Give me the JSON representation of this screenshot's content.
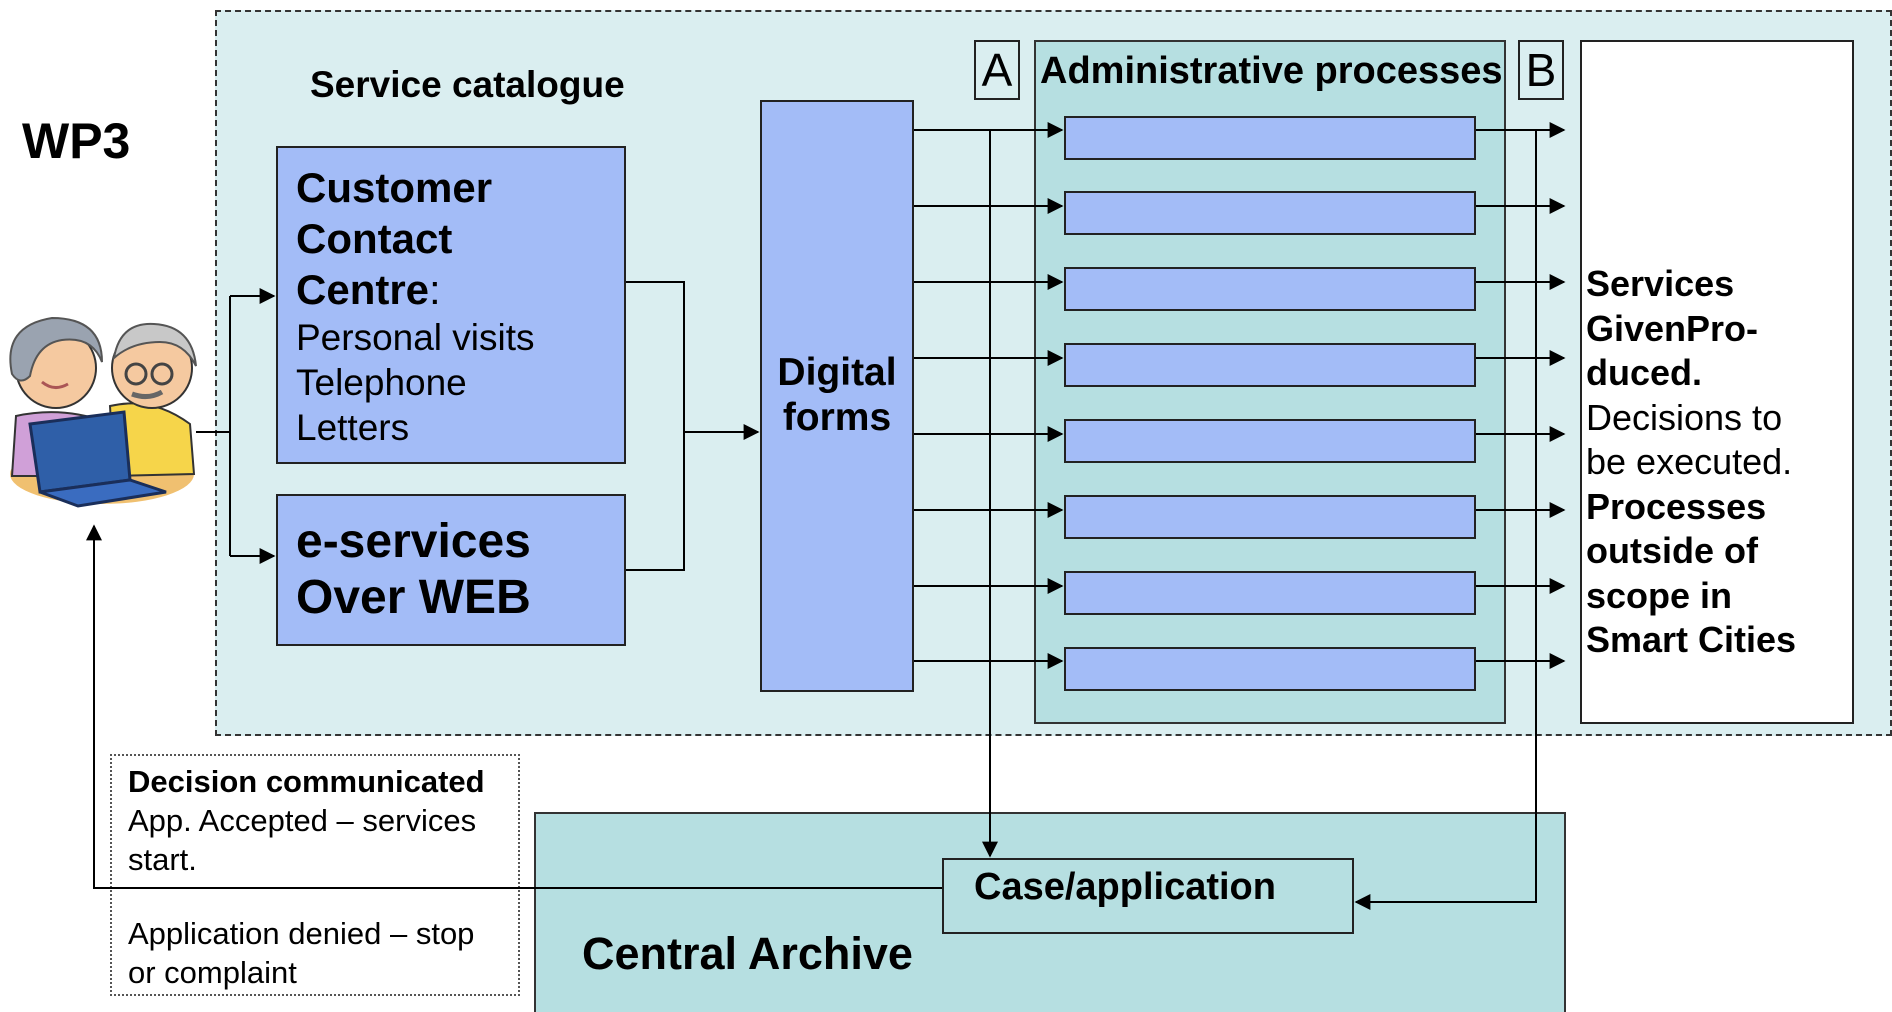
{
  "wp_label": "WP3",
  "service_catalogue": "Service catalogue",
  "contact_centre": {
    "title_line1": "Customer",
    "title_line2": "Contact",
    "title_line3": "Centre",
    "colon": ":",
    "items": [
      "Personal visits",
      "Telephone",
      "Letters"
    ]
  },
  "eservices": {
    "line1": "e-services",
    "line2": "Over WEB"
  },
  "digital_forms": {
    "line1": "Digital",
    "line2": "forms"
  },
  "admin": {
    "title": "Administrative processes",
    "marker_a": "A",
    "marker_b": "B",
    "process_count": 8
  },
  "outputs": {
    "line1": "Services",
    "line2": "GivenPro-",
    "line3": "duced.",
    "line4": "Decisions to",
    "line5": "be executed.",
    "line6": "Processes",
    "line7": "outside of",
    "line8": "scope in",
    "line9": "Smart Cities"
  },
  "decision_note": {
    "title": "Decision communicated",
    "accepted_line1": "App. Accepted – services",
    "accepted_line2": "start.",
    "denied_line1": "Application denied – stop",
    "denied_line2": "or complaint"
  },
  "case_application": "Case/application",
  "central_archive": "Central Archive",
  "colors": {
    "blue_box": "#a3bcf7",
    "teal": "#b6dfe1",
    "region": "#daeef0"
  },
  "icons": [
    "elderly-couple-computer-icon"
  ]
}
